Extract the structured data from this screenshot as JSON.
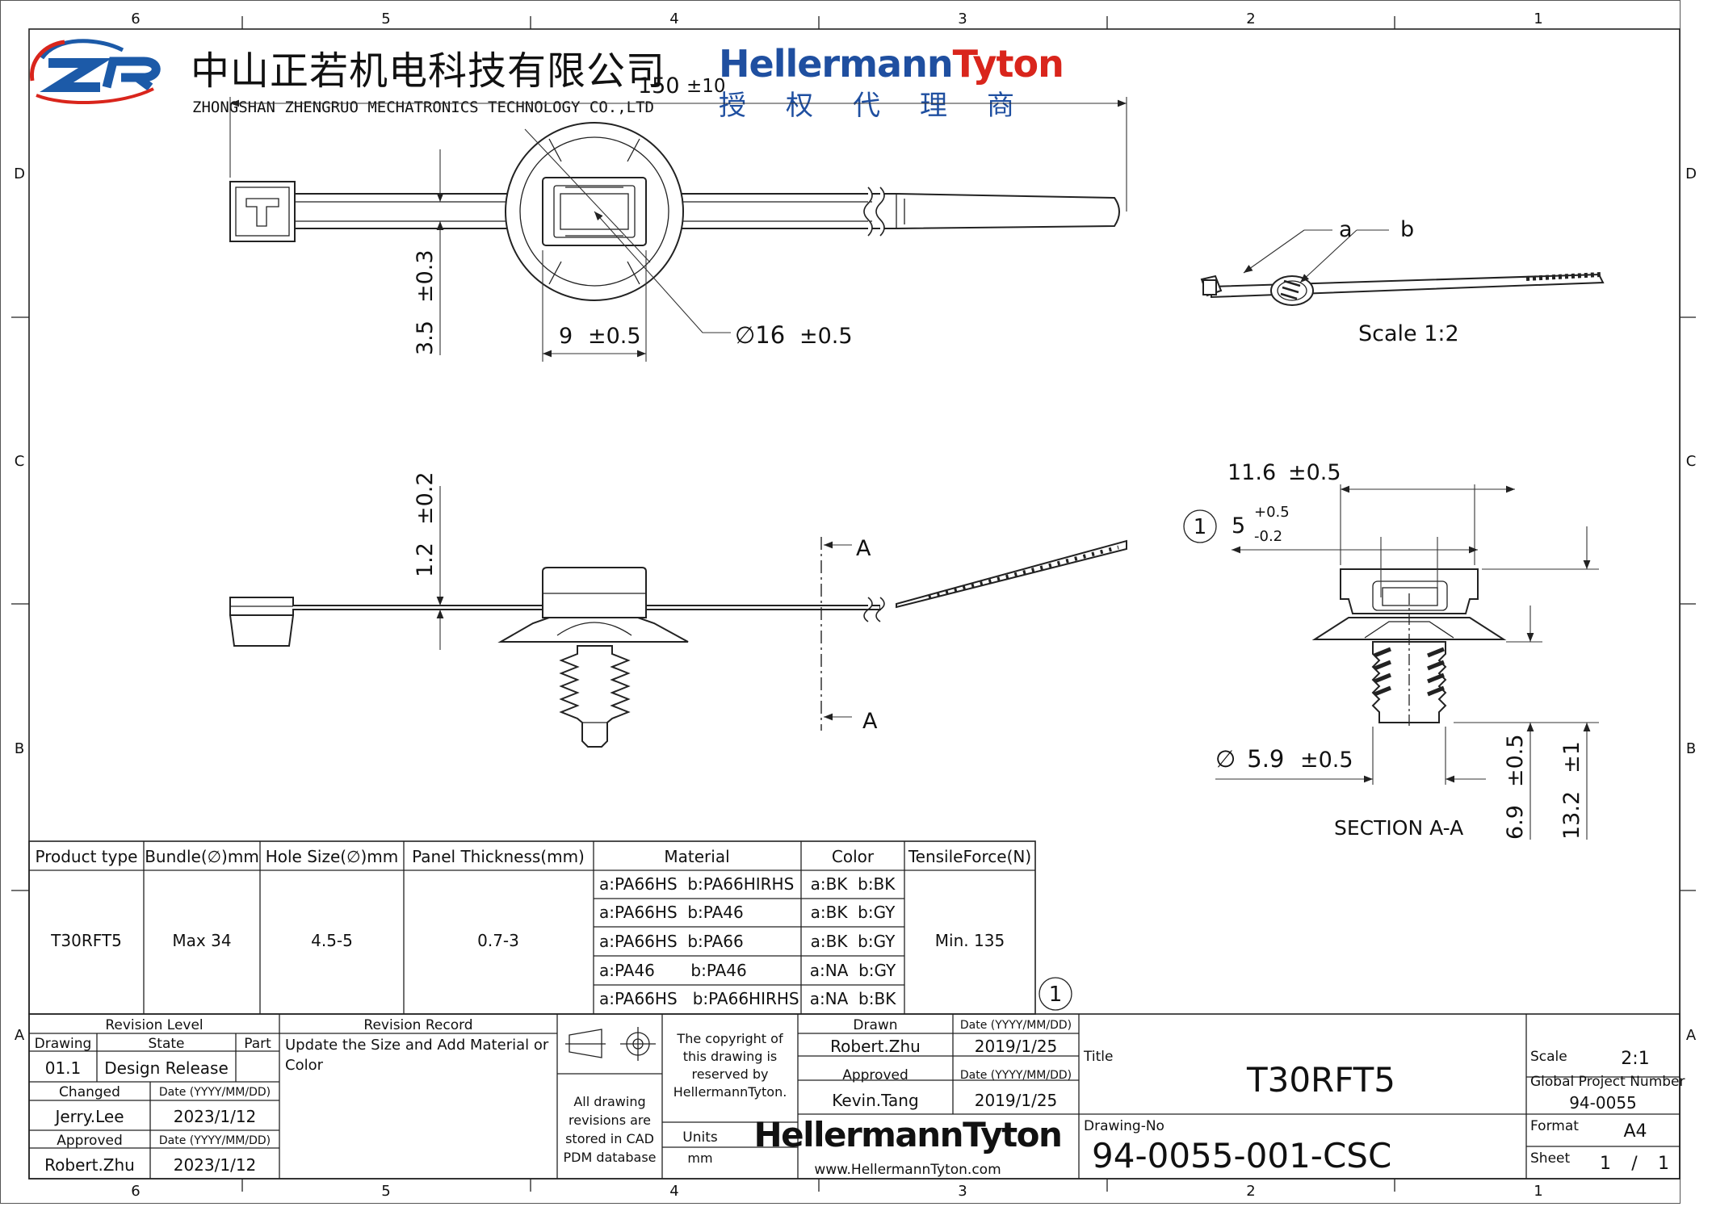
{
  "border": {
    "cols_top": [
      "6",
      "5",
      "4",
      "3",
      "2",
      "1"
    ],
    "cols_bottom": [
      "6",
      "5",
      "4",
      "3",
      "2",
      "1"
    ],
    "rows": [
      "D",
      "C",
      "B",
      "A"
    ]
  },
  "header": {
    "company_cn": "中山正若机电科技有限公司",
    "company_en": "ZHONGSHAN ZHENGRUO MECHATRONICS TECHNOLOGY CO.,LTD",
    "brand": "HellermannTyton",
    "brand_part1": "Hellermann",
    "brand_part2": "Tyton",
    "agent_chars": [
      "授",
      "权",
      "代",
      "理",
      "商"
    ],
    "colors": {
      "logo_red": "#d9251c",
      "logo_blue": "#1c5aa8",
      "ht_blue": "#1f4fa0",
      "ht_red": "#d9251c"
    }
  },
  "top_view": {
    "dim_length": "150",
    "dim_length_tol": "±10",
    "dim_width": "9",
    "dim_width_tol": "±0.5",
    "dim_dia_symbol": "∅",
    "dim_dia": "16",
    "dim_dia_tol": "±0.5",
    "dim_strap": "3.5",
    "dim_strap_tol": "±0.3"
  },
  "iso_view": {
    "label_a": "a",
    "label_b": "b",
    "scale": "Scale 1:2"
  },
  "side_view": {
    "dim_thk": "1.2",
    "dim_thk_tol": "±0.2",
    "section_mark": "A"
  },
  "section_view": {
    "dim_head": "11.6",
    "dim_head_tol": "±0.5",
    "rev_marker": "1",
    "dim_depth": "5",
    "dim_depth_tol_plus": "+0.5",
    "dim_depth_tol_minus": "-0.2",
    "dim_stem_symbol": "∅",
    "dim_stem": "5.9",
    "dim_stem_tol": "±0.5",
    "dim_h1": "6.9",
    "dim_h1_tol": "±0.5",
    "dim_h2": "13.2",
    "dim_h2_tol": "±1",
    "title": "SECTION A-A"
  },
  "spec_table": {
    "headers": [
      "Product type",
      "Bundle(∅)mm",
      "Hole Size(∅)mm",
      "Panel Thickness(mm)",
      "Material",
      "Color",
      "TensileForce(N)"
    ],
    "product": "T30RFT5",
    "bundle": "Max 34",
    "hole": "4.5-5",
    "panel": "0.7-3",
    "tensile": "Min. 135",
    "variants": [
      {
        "material": "a:PA66HS  b:PA66HIRHS",
        "color": "a:BK  b:BK"
      },
      {
        "material": "a:PA66HS  b:PA46",
        "color": "a:BK  b:GY"
      },
      {
        "material": "a:PA66HS  b:PA66",
        "color": "a:BK  b:GY"
      },
      {
        "material": "a:PA46       b:PA46",
        "color": "a:NA  b:GY"
      },
      {
        "material": "a:PA66HS   b:PA66HIRHS",
        "color": "a:NA  b:BK"
      }
    ],
    "rev_marker": "1"
  },
  "title_block": {
    "revision_level": "Revision Level",
    "drawing": "Drawing",
    "state": "State",
    "part": "Part",
    "drawing_val": "01.1",
    "state_val": "Design Release",
    "changed": "Changed",
    "date_label": "Date (YYYY/MM/DD)",
    "changed_by": "Jerry.Lee",
    "changed_date": "2023/1/12",
    "approved": "Approved",
    "approved_by": "Robert.Zhu",
    "approved_date": "2023/1/12",
    "revision_record": "Revision Record",
    "revision_text1": "Update the Size and Add Material or",
    "revision_text2": "Color",
    "pdm1": "All drawing",
    "pdm2": "revisions are",
    "pdm3": "stored in CAD",
    "pdm4": "PDM database",
    "copy1": "The copyright of",
    "copy2": "this drawing is",
    "copy3": "reserved by",
    "copy4": "HellermannTyton.",
    "units": "Units",
    "units_val": "mm",
    "drawn": "Drawn",
    "drawn_by": "Robert.Zhu",
    "drawn_date": "2019/1/25",
    "approved2": "Approved",
    "approved2_by": "Kevin.Tang",
    "approved2_date": "2019/1/25",
    "brand_logo": "HellermannTyton",
    "website": "www.HellermannTyton.com",
    "title_label": "Title",
    "title_val": "T30RFT5",
    "drawing_no_label": "Drawing-No",
    "drawing_no": "94-0055-001-CSC",
    "scale_label": "Scale",
    "scale_val": "2:1",
    "gpn_label": "Global Project Number",
    "gpn_val": "94-0055",
    "format_label": "Format",
    "format_val": "A4",
    "sheet_label": "Sheet",
    "sheet_val1": "1",
    "sheet_sep": "/",
    "sheet_val2": "1"
  }
}
